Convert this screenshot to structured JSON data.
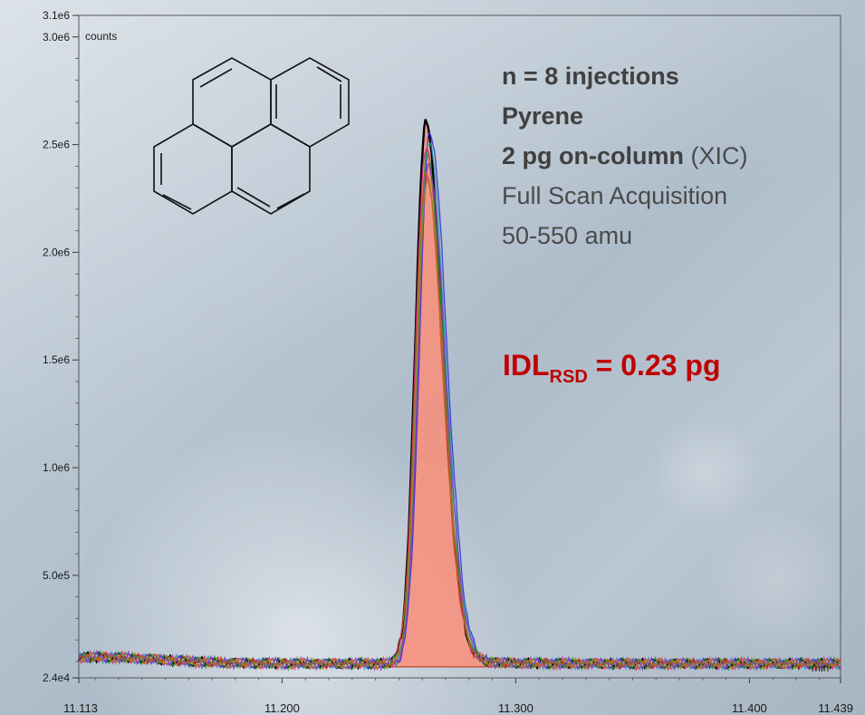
{
  "chart_data": {
    "type": "line",
    "title": "",
    "xlabel": "min",
    "ylabel": "counts",
    "xlim": [
      11.113,
      11.439
    ],
    "ylim": [
      24000,
      3100000
    ],
    "x_ticks": [
      "11.113",
      "11.200",
      "11.300",
      "11.400",
      "11.439"
    ],
    "y_ticks": [
      "3.1e6",
      "3.0e6",
      "2.5e6",
      "2.0e6",
      "1.5e6",
      "1.0e6",
      "5.0e5",
      "2.4e4"
    ],
    "peak": {
      "apex_x": 11.262,
      "apex_y": 2600000,
      "start_x": 11.245,
      "end_x": 11.29,
      "baseline_y": 75000
    },
    "series": [
      {
        "color": "#000000"
      },
      {
        "color": "#2a2ad8"
      },
      {
        "color": "#1aa0a0"
      },
      {
        "color": "#d02090"
      },
      {
        "color": "#30a030"
      },
      {
        "color": "#8a30c0"
      },
      {
        "color": "#d05020"
      },
      {
        "color": "#a08020"
      }
    ],
    "fill_color": "#fa8e7a"
  },
  "annotation": {
    "line1": "n = 8 injections",
    "line2": "Pyrene",
    "line3_bold": "2 pg on-column",
    "line3_rest": " (XIC)",
    "line4": "Full Scan Acquisition",
    "line5": "50-550 amu",
    "idl_main": "IDL",
    "idl_sub": "RSD",
    "idl_rest": " = 0.23 pg"
  },
  "molecule": {
    "name_icon": "pyrene-structure-icon"
  }
}
